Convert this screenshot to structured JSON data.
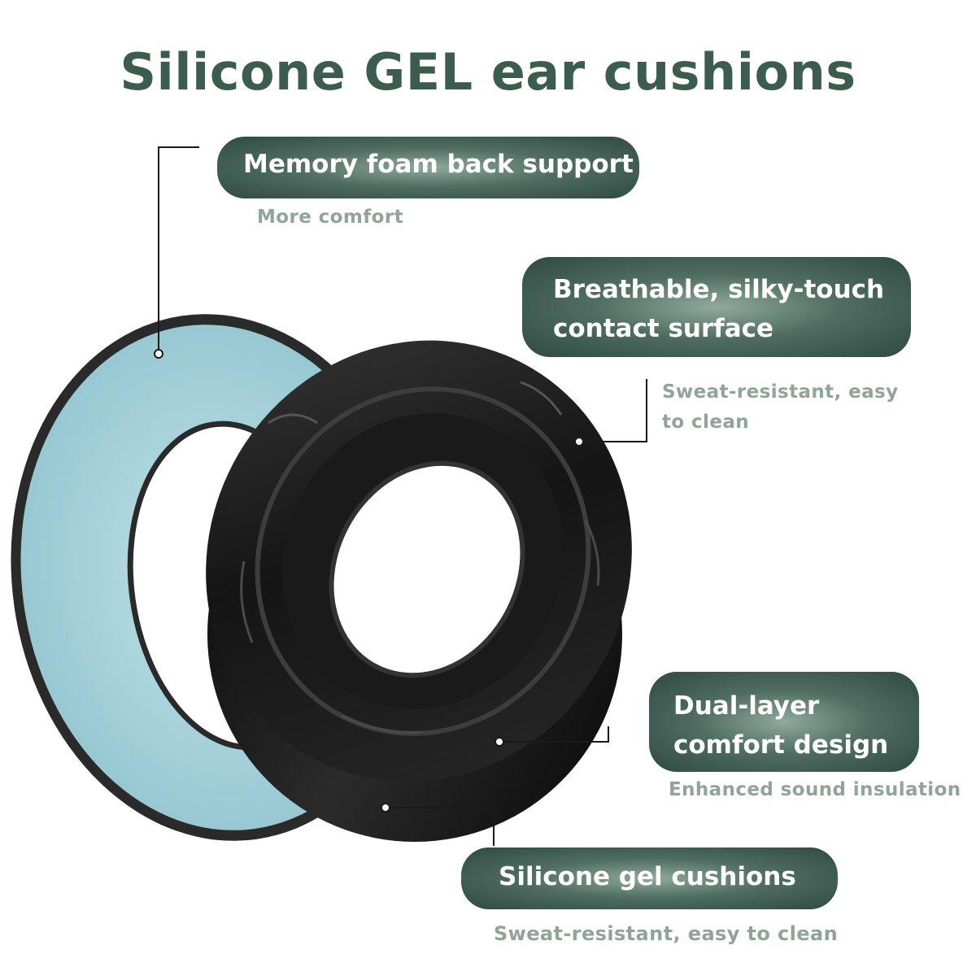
{
  "title": "Silicone GEL ear cushions",
  "callouts": [
    {
      "heading_lines": [
        "Memory foam back support"
      ],
      "subtitle_lines": [
        "More comfort"
      ]
    },
    {
      "heading_lines": [
        "Breathable, silky-touch",
        "contact surface"
      ],
      "subtitle_lines": [
        "Sweat-resistant, easy",
        "to clean"
      ]
    },
    {
      "heading_lines": [
        "Dual-layer",
        "comfort design"
      ],
      "subtitle_lines": [
        "Enhanced sound insulation"
      ]
    },
    {
      "heading_lines": [
        "Silicone gel cushions"
      ],
      "subtitle_lines": [
        "Sweat-resistant, easy to clean"
      ]
    }
  ],
  "colors": {
    "title": "#3d5c50",
    "pill_dark": "#2e4a42",
    "pill_light": "#8fa99d",
    "subtitle": "#8fa597",
    "foam": "#a9d4dc",
    "cushion": "#1c1c1c"
  },
  "icons": [
    "foam-cushion-image",
    "gel-cushion-image"
  ]
}
